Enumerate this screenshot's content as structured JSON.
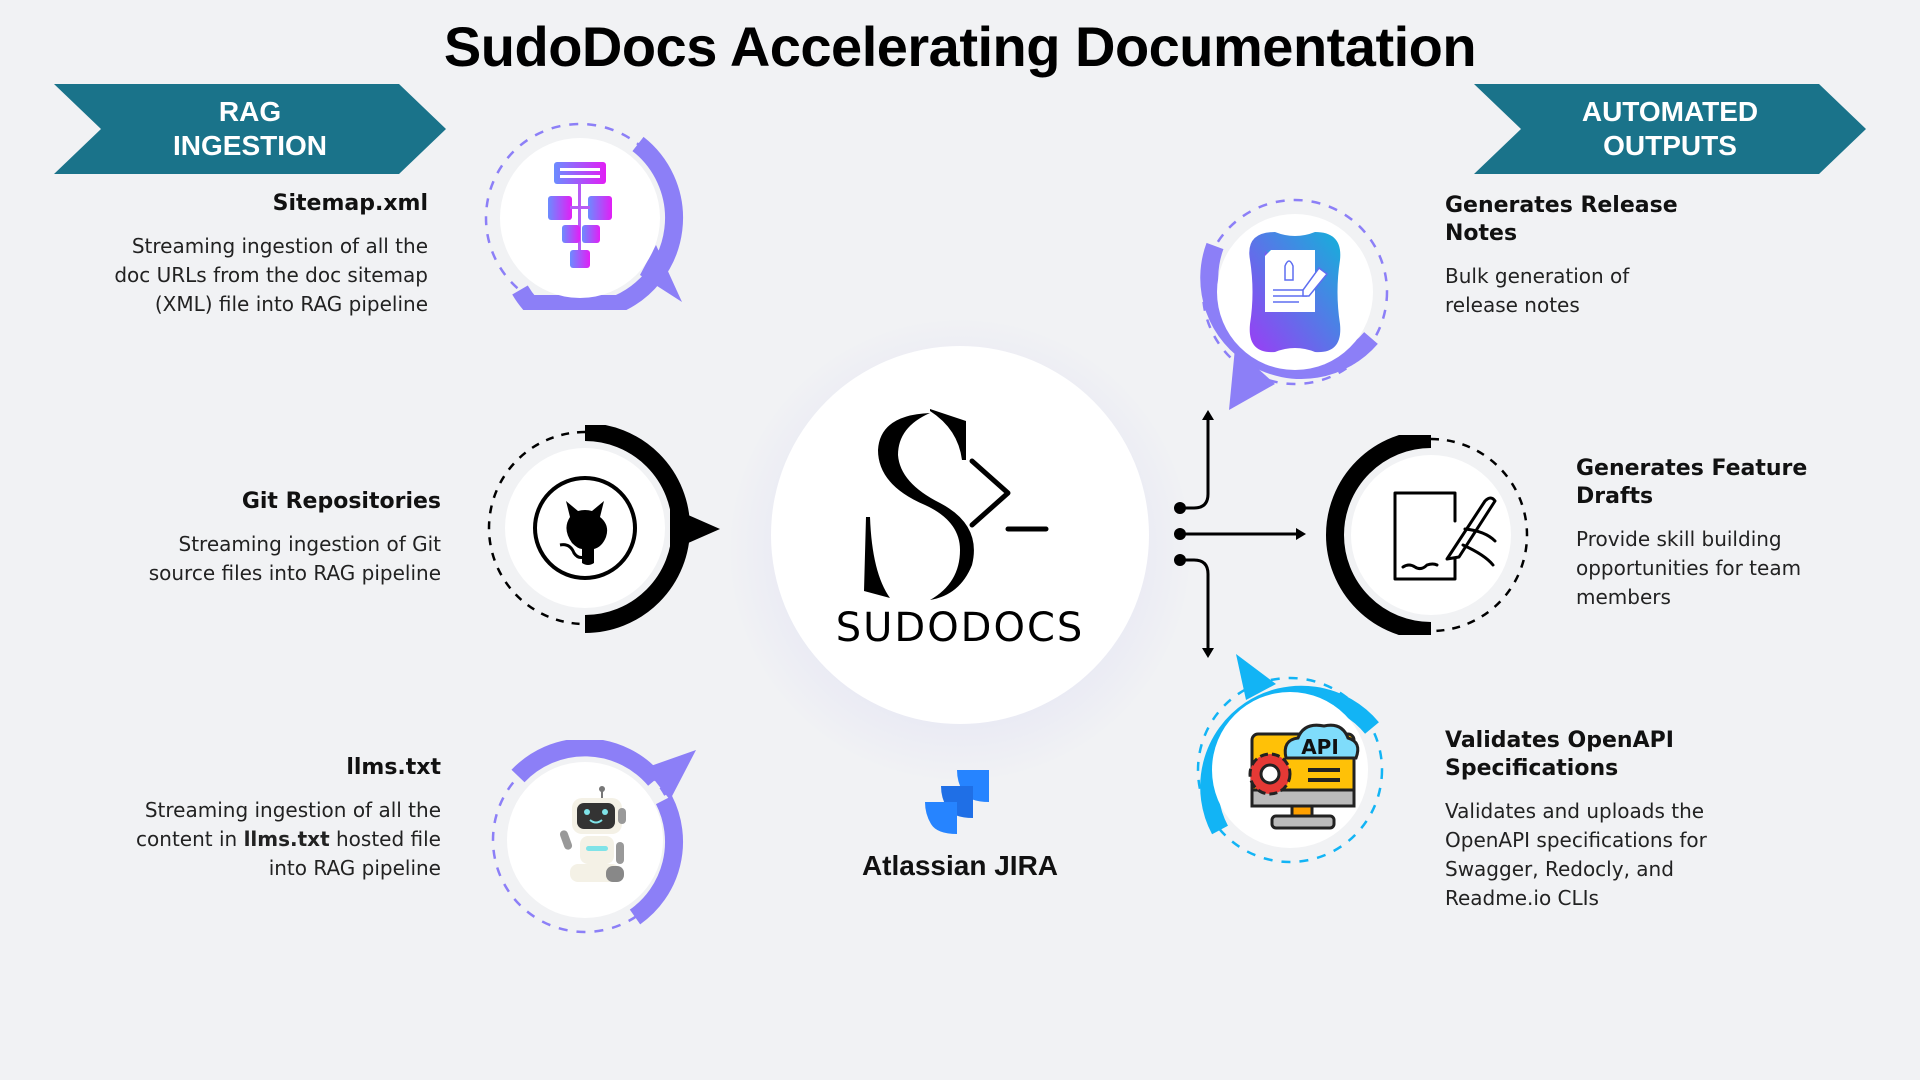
{
  "title": "SudoDocs Accelerating Documentation",
  "banners": {
    "left": {
      "label": "RAG\nINGESTION",
      "color": "#1a738a"
    },
    "right": {
      "label": "AUTOMATED\nOUTPUTS",
      "color": "#1a738a"
    }
  },
  "inputs": [
    {
      "title": "Sitemap.xml",
      "description": "Streaming ingestion of all the doc URLs from the doc sitemap (XML) file into RAG pipeline",
      "icon": "sitemap-icon",
      "ring_color": "#8c7ff7"
    },
    {
      "title": "Git Repositories",
      "description": "Streaming ingestion of Git source files into RAG pipeline",
      "icon": "github-icon",
      "ring_color": "#000000"
    },
    {
      "title": "llms.txt",
      "description_pre": "Streaming ingestion of all the content in ",
      "description_bold": "llms.txt",
      "description_post": " hosted file into RAG pipeline",
      "icon": "robot-icon",
      "ring_color": "#8c7ff7"
    }
  ],
  "center": {
    "logo_word": "SUDODOCS",
    "integration_label": "Atlassian JIRA",
    "integration_icon": "jira-icon",
    "jira_color": "#2684ff"
  },
  "outputs": [
    {
      "title": "Generates Release Notes",
      "description": "Bulk generation of release notes",
      "icon": "release-notes-icon",
      "ring_color": "#8c7ff7"
    },
    {
      "title": "Generates Feature Drafts",
      "description": "Provide skill building opportunities for team members",
      "icon": "feature-draft-icon",
      "ring_color": "#000000"
    },
    {
      "title": "Validates OpenAPI Specifications",
      "description": "Validates and uploads the OpenAPI specifications for Swagger, Redocly, and Readme.io CLIs",
      "icon": "openapi-icon",
      "ring_color": "#12b4f5",
      "icon_text": "API"
    }
  ]
}
